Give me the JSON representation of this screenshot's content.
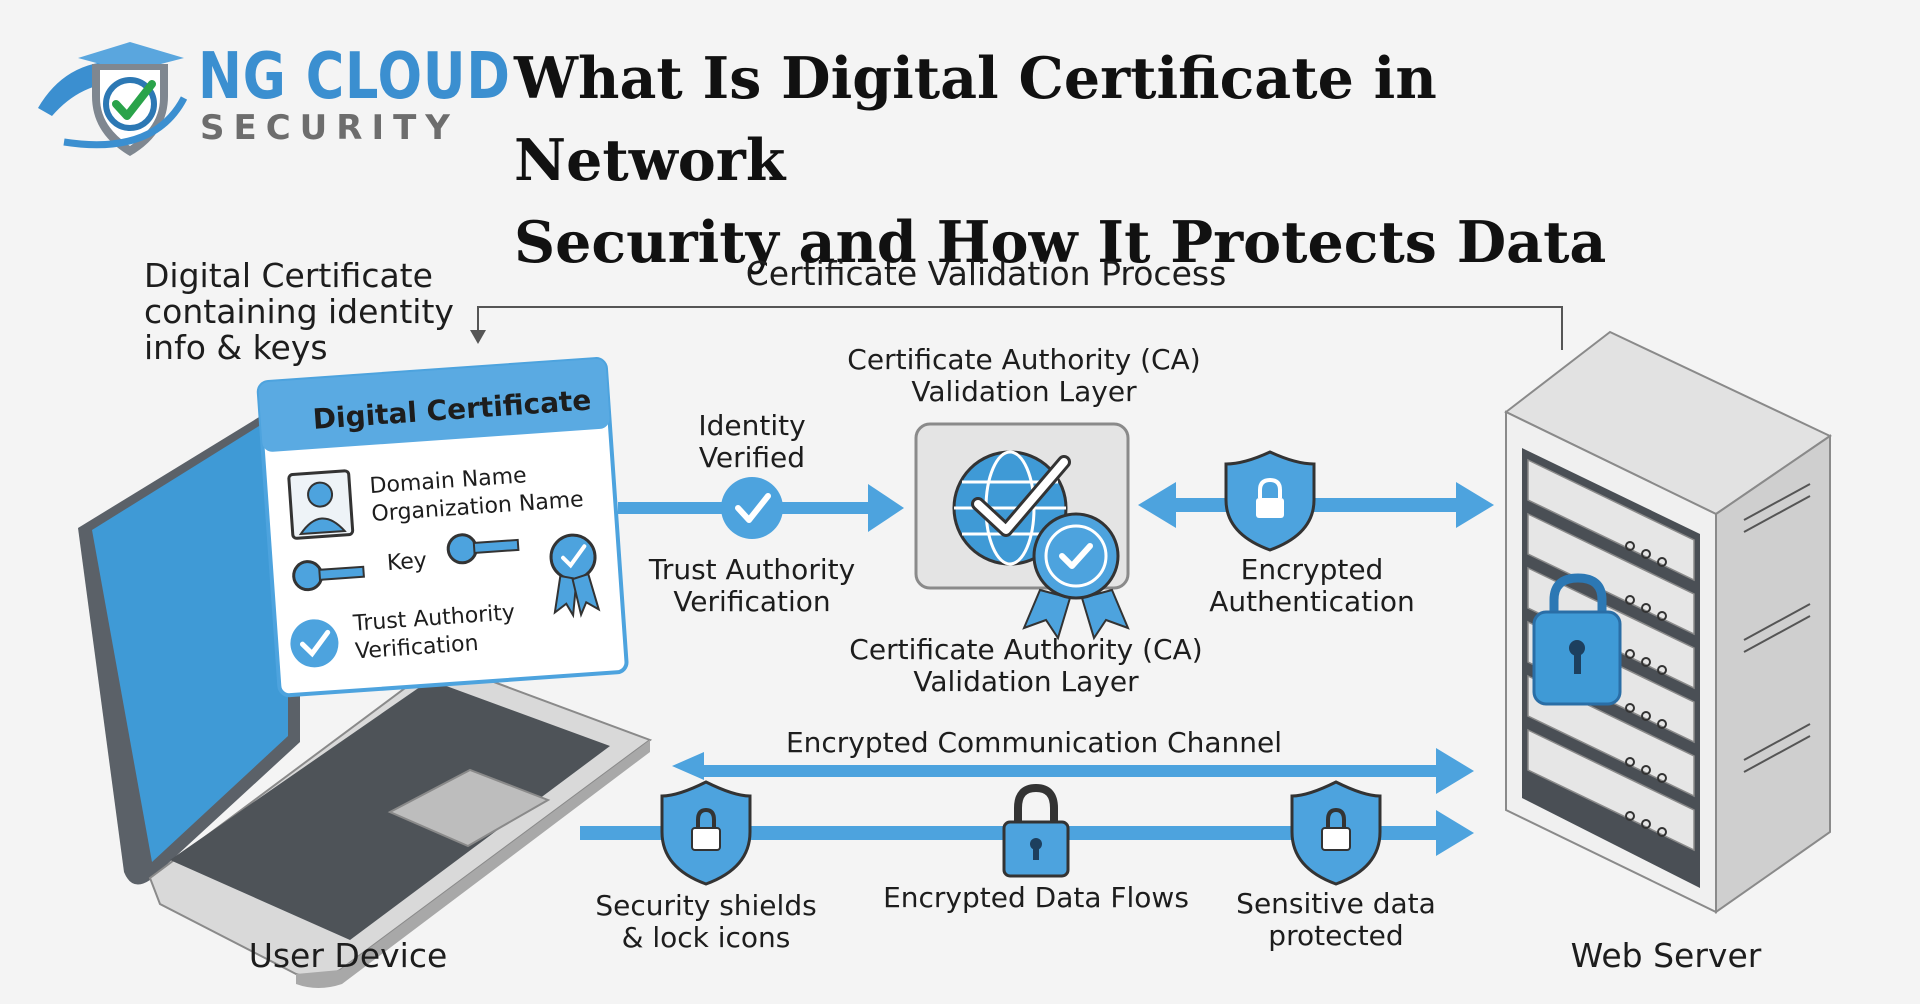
{
  "brand": {
    "line1": "NG CLOUD",
    "line2": "SECURITY"
  },
  "title": {
    "line1": "What Is Digital Certificate in Network",
    "line2": "Security and How It Protects Data"
  },
  "labels": {
    "cert_callout": [
      "Digital Certificate",
      "containing identity",
      "info & keys"
    ],
    "validation_process": "Certificate Validation Process",
    "ca_top": [
      "Certificate Authority (CA)",
      "Validation Layer"
    ],
    "ca_bottom": [
      "Certificate Authority (CA)",
      "Validation Layer"
    ],
    "identity_verified": [
      "Identity",
      "Verified"
    ],
    "trust_verification": [
      "Trust Authority",
      "Verification"
    ],
    "encrypted_auth": [
      "Encrypted",
      "Authentication"
    ],
    "channel": "Encrypted Communication Channel",
    "shields": [
      "Security shields",
      "& lock icons"
    ],
    "data_flows": "Encrypted Data Flows",
    "sensitive": [
      "Sensitive data",
      "protected"
    ],
    "user_device": "User Device",
    "web_server": "Web Server"
  },
  "certificate": {
    "header": "Digital Certificate",
    "domain": "Domain Name",
    "organization": "Organization Name",
    "key": "Key",
    "trust": [
      "Trust Authority",
      "Verification"
    ]
  },
  "icons": {
    "logo": "shield-check-logo-icon",
    "identity_check": "check-circle-icon",
    "ca": "globe-check-icon",
    "ca_badge": "seal-badge-icon",
    "auth_shield": "shield-lock-icon",
    "server_lock": "padlock-icon"
  },
  "colors": {
    "accent": "#4da3de",
    "accent_dark": "#2c78b4",
    "ink": "#1d1d1d",
    "background": "#f4f4f4"
  }
}
